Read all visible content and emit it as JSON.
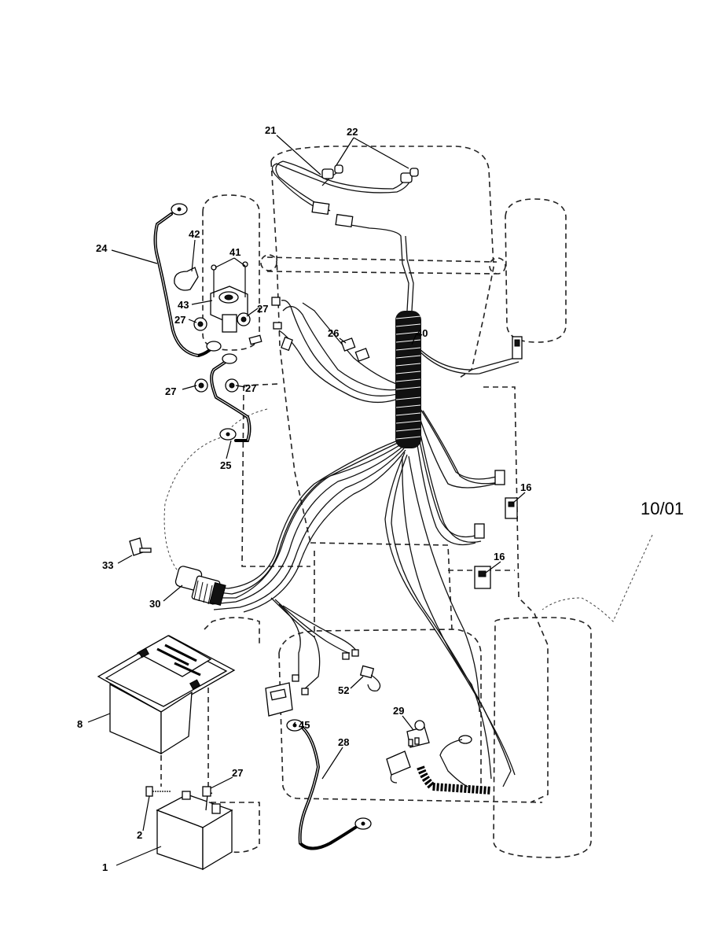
{
  "date_code": "10/01",
  "callouts": [
    "21",
    "22",
    "24",
    "42",
    "41",
    "43",
    "27",
    "27",
    "27",
    "27",
    "26",
    "40",
    "25",
    "16",
    "16",
    "33",
    "30",
    "8",
    "52",
    "45",
    "28",
    "29",
    "27",
    "2",
    "1"
  ]
}
